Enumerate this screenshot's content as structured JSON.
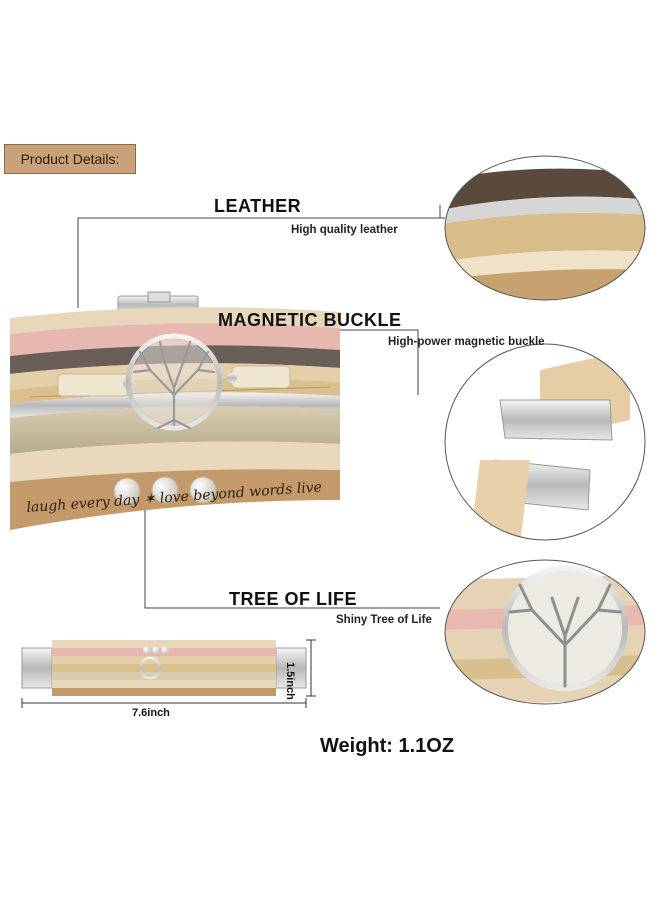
{
  "badge": "Product Details:",
  "features": [
    {
      "title": "LEATHER",
      "subtitle": "High quality leather"
    },
    {
      "title": "MAGNETIC BUCKLE",
      "subtitle": "High-power magnetic buckle"
    },
    {
      "title": "TREE OF LIFE",
      "subtitle": "Shiny Tree of Life"
    }
  ],
  "dimensions": {
    "length": "7.6inch",
    "width": "1.5inch"
  },
  "weight": "Weight: 1.1OZ",
  "engraving": "laugh every day ✶ love beyond words live",
  "icons": [
    "tree-of-life-icon",
    "magnetic-clasp-icon",
    "pearl-icon"
  ]
}
